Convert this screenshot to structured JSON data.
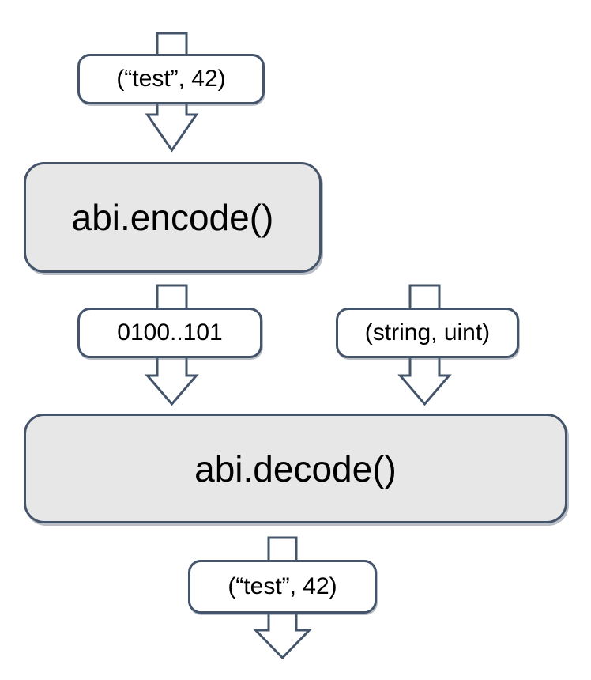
{
  "diagram": {
    "background_color": "#ffffff",
    "border_color": "#44546a",
    "process_fill_color": "#e7e7e7",
    "io_fill_color": "#ffffff",
    "text_color": "#000000",
    "nodes": {
      "input_args": {
        "label": "(“test”, 42)",
        "type": "data"
      },
      "encode": {
        "label": "abi.encode()",
        "type": "process"
      },
      "encoded_bytes": {
        "label": "0100..101",
        "type": "data"
      },
      "type_list": {
        "label": "(string, uint)",
        "type": "data"
      },
      "decode": {
        "label": "abi.decode()",
        "type": "process"
      },
      "output_args": {
        "label": "(“test”, 42)",
        "type": "data"
      }
    },
    "arrows": [
      {
        "name": "down-arrow-through-input-into-encode"
      },
      {
        "name": "down-arrow-encode-through-bytes-into-decode"
      },
      {
        "name": "down-arrow-through-types-into-decode"
      },
      {
        "name": "down-arrow-decode-through-output"
      }
    ]
  }
}
